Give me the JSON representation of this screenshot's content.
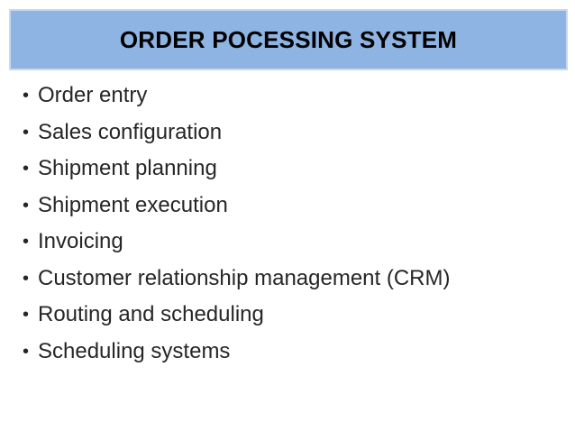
{
  "slide": {
    "title": "ORDER POCESSING SYSTEM",
    "colors": {
      "title_box_fill": "#8db4e2",
      "title_box_border": "#c6d9f1",
      "title_text": "#000000",
      "body_text": "#262626",
      "background": "#ffffff"
    },
    "list": {
      "bullet_char": "•",
      "items": [
        "Order entry",
        "Sales configuration",
        "Shipment planning",
        "Shipment execution",
        "Invoicing",
        "Customer relationship management (CRM)",
        "Routing and scheduling",
        "Scheduling systems"
      ]
    }
  }
}
